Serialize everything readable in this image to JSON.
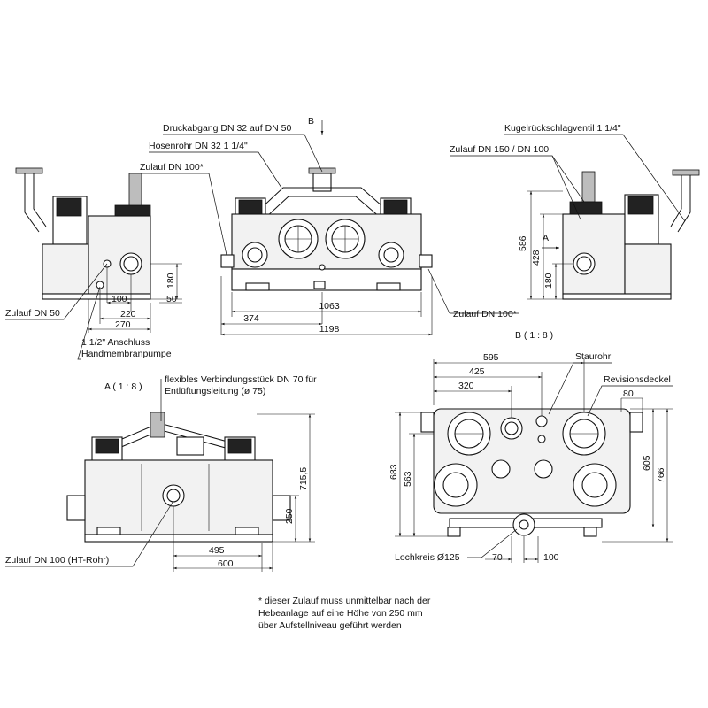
{
  "labels": {
    "b_arrow": "B",
    "druckabgang": "Druckabgang DN 32 auf DN 50",
    "hosenrohr": "Hosenrohr DN 32 1 1/4\"",
    "zulauf_dn100_star": "Zulauf DN 100*",
    "kugelrueckschlag": "Kugelrückschlagventil 1 1/4\"",
    "zulauf_dn150": "Zulauf DN 150 / DN 100",
    "a_arrow": "A",
    "zulauf_dn50": "Zulauf DN 50",
    "anschluss_line1": "1 1/2\" Anschluss",
    "anschluss_line2": "Handmembranpumpe",
    "zulauf_dn100_star_right": "Zulauf DN 100*",
    "view_a": "A ( 1 : 8 )",
    "view_b": "B ( 1 : 8 )",
    "verbindung_line1": "flexibles Verbindungsstück DN 70 für",
    "verbindung_line2": "Entlüftungsleitung (ø 75)",
    "staurohr": "Staurohr",
    "revisionsdeckel": "Revisionsdeckel",
    "zulauf_ht": "Zulauf DN 100 (HT-Rohr)",
    "lochkreis": "Lochkreis Ø125"
  },
  "dimensions": {
    "d180_left": "180",
    "d50": "50",
    "d100_left": "100",
    "d220": "220",
    "d270": "270",
    "d374": "374",
    "d1063": "1063",
    "d1198": "1198",
    "d586": "586",
    "d428": "428",
    "d180_right": "180",
    "d715_5": "715,5",
    "d250": "250",
    "d495": "495",
    "d600": "600",
    "d595": "595",
    "d425": "425",
    "d320": "320",
    "d80": "80",
    "d683": "683",
    "d563": "563",
    "d605": "605",
    "d766": "766",
    "d70": "70",
    "d100_bottom": "100"
  },
  "footnote": [
    "* dieser Zulauf muss unmittelbar nach der",
    "Hebeanlage auf eine Höhe von 250 mm",
    "über Aufstellniveau geführt werden"
  ]
}
